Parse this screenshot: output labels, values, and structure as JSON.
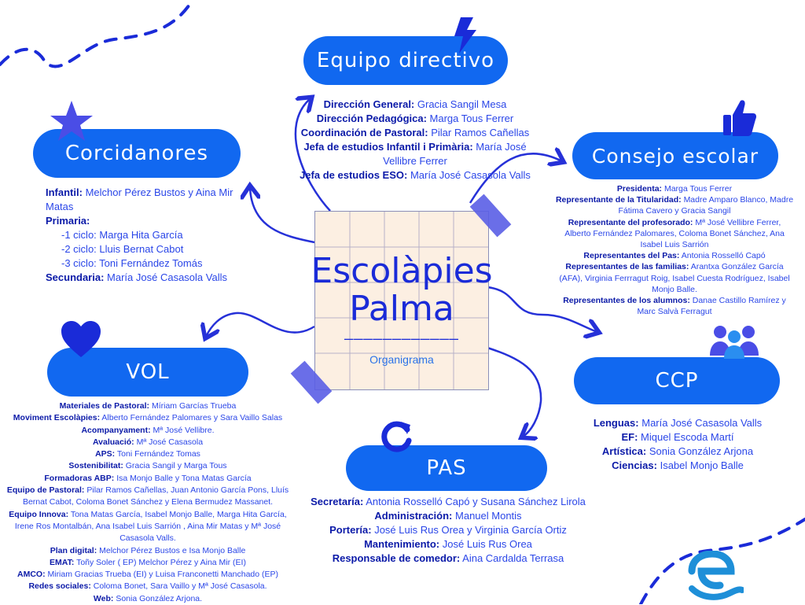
{
  "colors": {
    "primary": "#1168f0",
    "text": "#1f2bd6",
    "bold": "#0b1aa8",
    "note": "#fcefe2"
  },
  "center": {
    "title_line1": "Escolàpies",
    "title_line2": "Palma",
    "dashes": "____________",
    "subtitle": "Organigrama"
  },
  "equipo_directivo": {
    "title": "Equipo directivo",
    "items": [
      {
        "label": "Dirección General:",
        "value": "Gracia Sangil Mesa"
      },
      {
        "label": "Dirección Pedagógica:",
        "value": "Marga Tous Ferrer"
      },
      {
        "label": "Coordinación de Pastoral:",
        "value": "Pilar Ramos Cañellas"
      },
      {
        "label": "Jefa de estudios Infantil i Primària:",
        "value": "María José Vellibre Ferrer"
      },
      {
        "label": "Jefa de estudios ESO:",
        "value": "María José Casasola Valls"
      }
    ]
  },
  "corcidanores": {
    "title": "Corcidanores",
    "infantil_label": "Infantil:",
    "infantil_value": "Melchor Pérez Bustos y Aina Mir Matas",
    "primaria_label": "Primaria:",
    "ciclos": [
      "-1 ciclo: Marga Hita García",
      "-2 ciclo: Lluis Bernat Cabot",
      "-3 ciclo: Toni Fernández Tomás"
    ],
    "secundaria_label": "Secundaria:",
    "secundaria_value": "María José Casasola Valls"
  },
  "consejo": {
    "title": "Consejo escolar",
    "items": [
      {
        "label": "Presidenta:",
        "value": "Marga Tous Ferrer"
      },
      {
        "label": "Representante de la Titularidad:",
        "value": "Madre Amparo Blanco, Madre Fátima Cavero y Gracia Sangil"
      },
      {
        "label": "Representante del profesorado:",
        "value": "Mª José Vellibre Ferrer, Alberto Fernández Palomares, Coloma Bonet Sánchez, Ana Isabel Luis Sarrión"
      },
      {
        "label": "Representantes del Pas:",
        "value": "Antonia Rosselló Capó"
      },
      {
        "label": "Representantes de las familias:",
        "value": "Arantxa González García (AFA), Virginia Ferrragut Roig, Isabel Cuesta Rodríguez, Isabel Monjo Balle."
      },
      {
        "label": "Representantes de los alumnos:",
        "value": "Danae Castillo Ramírez y Marc Salvà Ferragut"
      }
    ]
  },
  "vol": {
    "title": "VOL",
    "items": [
      {
        "label": "Materiales de Pastoral:",
        "value": "Míriam Garcías Trueba"
      },
      {
        "label": "Moviment Escolàpies:",
        "value": "Alberto Fernández Palomares y Sara Vaillo Salas"
      },
      {
        "label": "Acompanyament:",
        "value": "Mª José Vellibre."
      },
      {
        "label": "Avaluació:",
        "value": "Mª José Casasola"
      },
      {
        "label": "APS:",
        "value": "Toni Fernández Tomas"
      },
      {
        "label": "Sostenibilitat:",
        "value": "Gracia Sangil y Marga Tous"
      },
      {
        "label": "Formadoras ABP:",
        "value": "Isa Monjo Balle y Tona Matas García"
      },
      {
        "label": "Equipo de Pastoral:",
        "value": "Pilar Ramos Cañellas, Juan Antonio García Pons, Lluís Bernat Cabot, Coloma Bonet Sánchez y Elena Bermudez Massanet."
      },
      {
        "label": "Equipo Innova:",
        "value": "Tona Matas García, Isabel Monjo Balle, Marga Hita García, Irene Ros Montalbán, Ana Isabel Luis Sarrión , Aina Mir Matas y Mª José Casasola Valls."
      },
      {
        "label": "Plan digital:",
        "value": "Melchor Pérez Bustos e Isa Monjo Balle"
      },
      {
        "label": "EMAT:",
        "value": "Toñy Soler ( EP) Melchor Pérez y Aina Mir (EI)"
      },
      {
        "label": "AMCO:",
        "value": "Miriam Gracias Trueba (EI) y Luisa Franconetti Manchado (EP)"
      },
      {
        "label": "Redes sociales:",
        "value": "Coloma Bonet, Sara Vaillo y Mª José Casasola."
      },
      {
        "label": "Web:",
        "value": "Sonia González Arjona."
      }
    ]
  },
  "ccp": {
    "title": "CCP",
    "items": [
      {
        "label": "Lenguas:",
        "value": "María José Casasola Valls"
      },
      {
        "label": "EF:",
        "value": "Miquel Escoda Martí"
      },
      {
        "label": "Artística:",
        "value": "Sonia González Arjona"
      },
      {
        "label": "Ciencias:",
        "value": "Isabel Monjo Balle"
      }
    ]
  },
  "pas": {
    "title": "PAS",
    "items": [
      {
        "label": "Secretaría:",
        "value": "Antonia Rosselló Capó y Susana Sánchez Lirola"
      },
      {
        "label": "Administración:",
        "value": "Manuel Montis"
      },
      {
        "label": "Portería:",
        "value": "José Luis Rus Orea y Virginia García Ortiz"
      },
      {
        "label": "Mantenimiento:",
        "value": "José Luis Rus Orea"
      },
      {
        "label": "Responsable de comedor:",
        "value": "Aina Cardalda Terrasa"
      }
    ]
  },
  "icons": [
    "lightning-icon",
    "star-icon",
    "thumbs-up-icon",
    "heart-icon",
    "people-icon",
    "refresh-icon",
    "escolapies-logo"
  ]
}
